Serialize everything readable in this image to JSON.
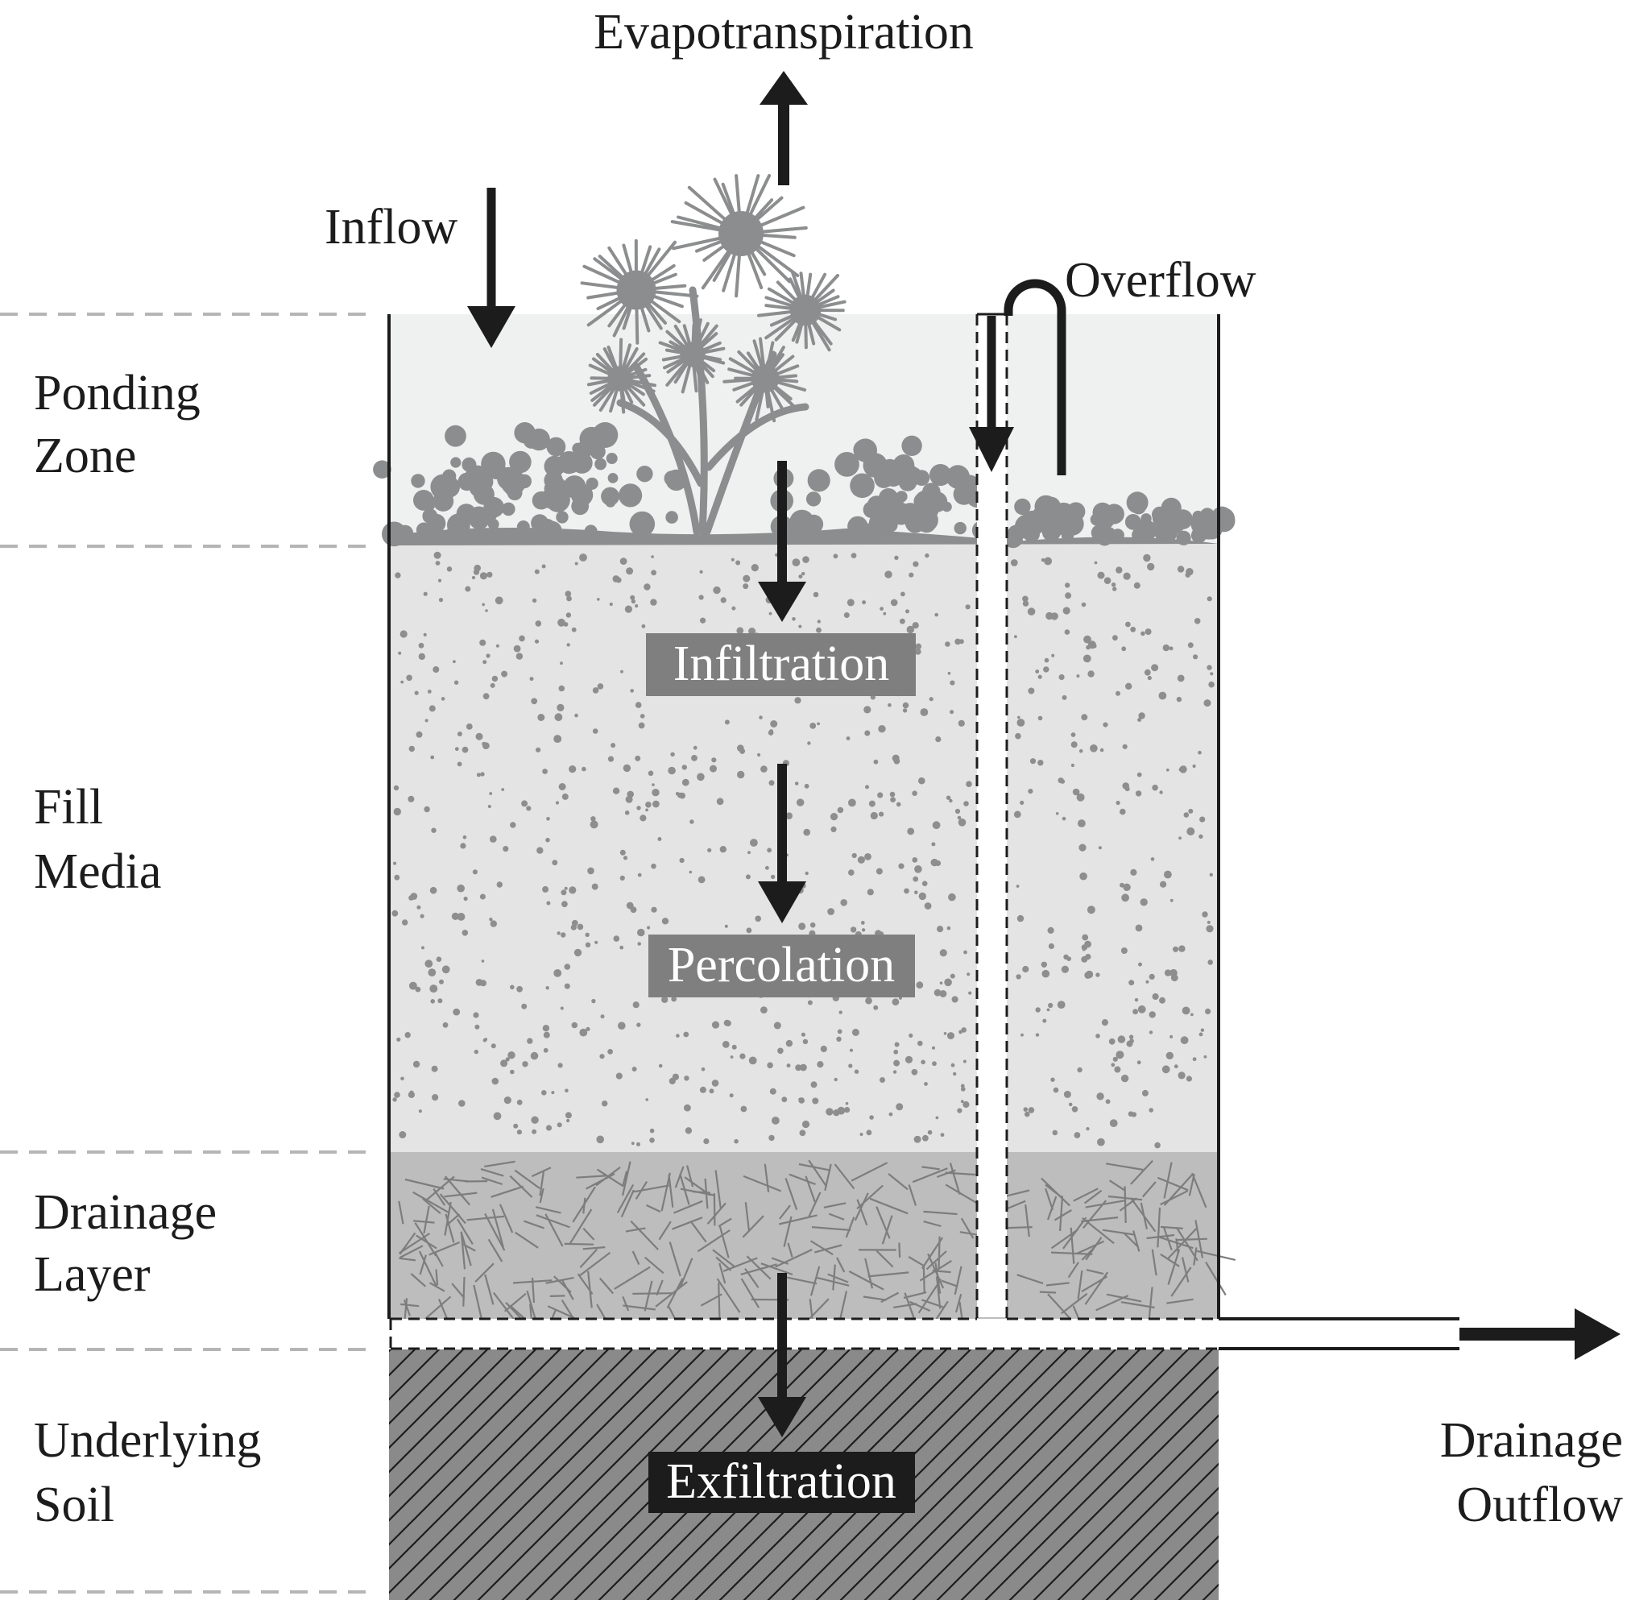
{
  "labels": {
    "evapotranspiration": "Evapotranspiration",
    "inflow": "Inflow",
    "overflow": "Overflow",
    "infiltration": "Infiltration",
    "percolation": "Percolation",
    "exfiltration": "Exfiltration",
    "drainage_outflow_line1": "Drainage",
    "drainage_outflow_line2": "Outflow"
  },
  "layers": [
    {
      "line1": "Ponding",
      "line2": "Zone"
    },
    {
      "line1": "Fill",
      "line2": "Media"
    },
    {
      "line1": "Drainage",
      "line2": "Layer"
    },
    {
      "line1": "Underlying",
      "line2": "Soil"
    }
  ],
  "colors": {
    "ponding": "#eff1f0",
    "fill_media": "#e4e4e4",
    "drainage_layer": "#bdbdbe",
    "underlying_soil": "#8a8a8a",
    "vegetation": "#8c8d8e",
    "ink": "#1c1c1c"
  }
}
